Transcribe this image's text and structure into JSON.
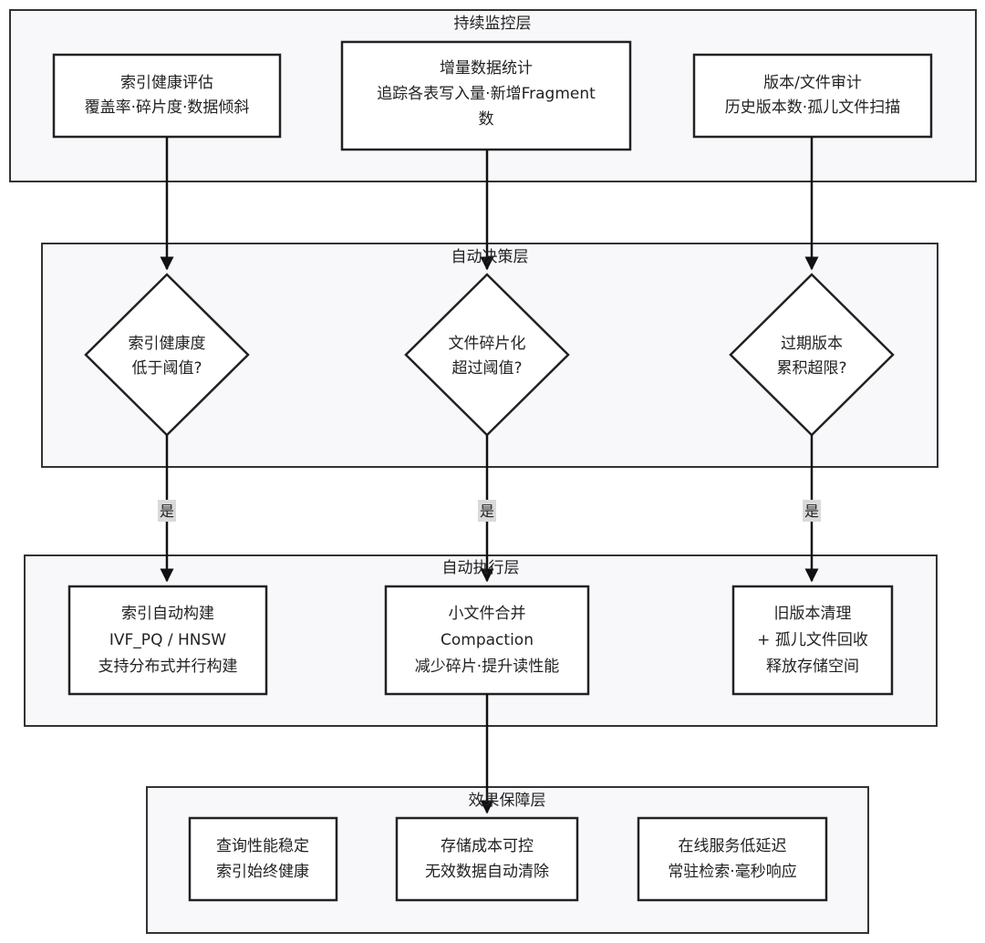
{
  "layers": {
    "monitor": "持续监控层",
    "decision": "自动决策层",
    "execute": "自动执行层",
    "guarantee": "效果保障层"
  },
  "monitor": {
    "index_health": [
      "索引健康评估",
      "覆盖率·碎片度·数据倾斜"
    ],
    "incremental": [
      "增量数据统计",
      "追踪各表写入量·新增Fragment",
      "数"
    ],
    "version_audit": [
      "版本/文件审计",
      "历史版本数·孤儿文件扫描"
    ]
  },
  "decision": {
    "index_check": [
      "索引健康度",
      "低于阈值?"
    ],
    "fragment_check": [
      "文件碎片化",
      "超过阈值?"
    ],
    "version_check": [
      "过期版本",
      "累积超限?"
    ]
  },
  "edge_label": "是",
  "execute": {
    "index_build": [
      "索引自动构建",
      "IVF_PQ / HNSW",
      "支持分布式并行构建"
    ],
    "compaction": [
      "小文件合并",
      "Compaction",
      "减少碎片·提升读性能"
    ],
    "cleanup": [
      "旧版本清理",
      "+ 孤儿文件回收",
      "释放存储空间"
    ]
  },
  "guarantee": {
    "query_perf": [
      "查询性能稳定",
      "索引始终健康"
    ],
    "storage_cost": [
      "存储成本可控",
      "无效数据自动清除"
    ],
    "online_service": [
      "在线服务低延迟",
      "常驻检索·毫秒响应"
    ]
  }
}
